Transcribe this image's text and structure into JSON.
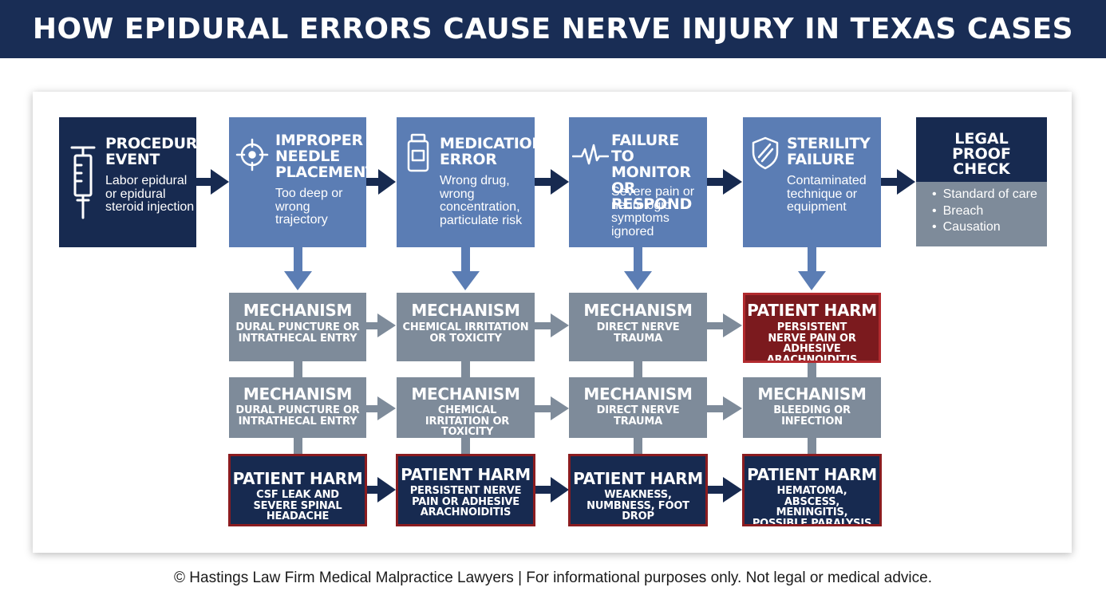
{
  "header": {
    "title": "HOW EPIDURAL ERRORS CAUSE NERVE INJURY IN TEXAS CASES"
  },
  "top_row": [
    {
      "title": "PROCEDURE EVENT",
      "desc": "Labor epidural or epidural steroid injection",
      "icon": "syringe-icon"
    },
    {
      "title": "IMPROPER NEEDLE PLACEMENT",
      "desc": "Too deep or wrong trajectory",
      "icon": "crosshair-icon"
    },
    {
      "title": "MEDICATION ERROR",
      "desc": "Wrong drug, wrong concentration, particulate risk",
      "icon": "vial-icon"
    },
    {
      "title": "FAILURE TO MONITOR OR RESPOND",
      "desc": "Severe pain or neurologic symptoms ignored",
      "icon": "heartbeat-icon"
    },
    {
      "title": "STERILITY FAILURE",
      "desc": "Contaminated technique or equipment",
      "icon": "shield-icon"
    }
  ],
  "legal": {
    "title": "LEGAL PROOF CHECK",
    "items": [
      "Standard of care",
      "Breach",
      "Causation"
    ]
  },
  "row2": [
    {
      "title": "MECHANISM",
      "desc": "DURAL PUNCTURE OR INTRATHECAL ENTRY"
    },
    {
      "title": "MECHANISM",
      "desc": "CHEMICAL IRRITATION OR TOXICITY"
    },
    {
      "title": "MECHANISM",
      "desc": "DIRECT NERVE TRAUMA"
    },
    {
      "title": "PATIENT HARM",
      "desc": "PERSISTENT NERVE PAIN OR ADHESIVE ARACHNOIDITIS"
    }
  ],
  "row3": [
    {
      "title": "MECHANISM",
      "desc": "DURAL PUNCTURE OR INTRATHECAL ENTRY"
    },
    {
      "title": "MECHANISM",
      "desc": "CHEMICAL IRRITATION OR TOXICITY"
    },
    {
      "title": "MECHANISM",
      "desc": "DIRECT NERVE TRAUMA"
    },
    {
      "title": "MECHANISM",
      "desc": "BLEEDING OR INFECTION"
    }
  ],
  "row4": [
    {
      "title": "PATIENT HARM",
      "desc": "CSF LEAK AND SEVERE SPINAL HEADACHE"
    },
    {
      "title": "PATIENT HARM",
      "desc": "PERSISTENT NERVE PAIN OR ADHESIVE ARACHNOIDITIS"
    },
    {
      "title": "PATIENT HARM",
      "desc": "WEAKNESS, NUMBNESS, FOOT DROP"
    },
    {
      "title": "PATIENT HARM",
      "desc": "HEMATOMA, ABSCESS, MENINGITIS, POSSIBLE PARALYSIS"
    }
  ],
  "footer": {
    "text": "© Hastings Law Firm Medical Malpractice Lawyers | For informational purposes only. Not legal or medical advice."
  },
  "colors": {
    "navy": "#172a50",
    "blue": "#5b7db4",
    "gray": "#7e8b9a",
    "harm_border": "#8b1c20",
    "harm_red": "#7b1a1e"
  }
}
